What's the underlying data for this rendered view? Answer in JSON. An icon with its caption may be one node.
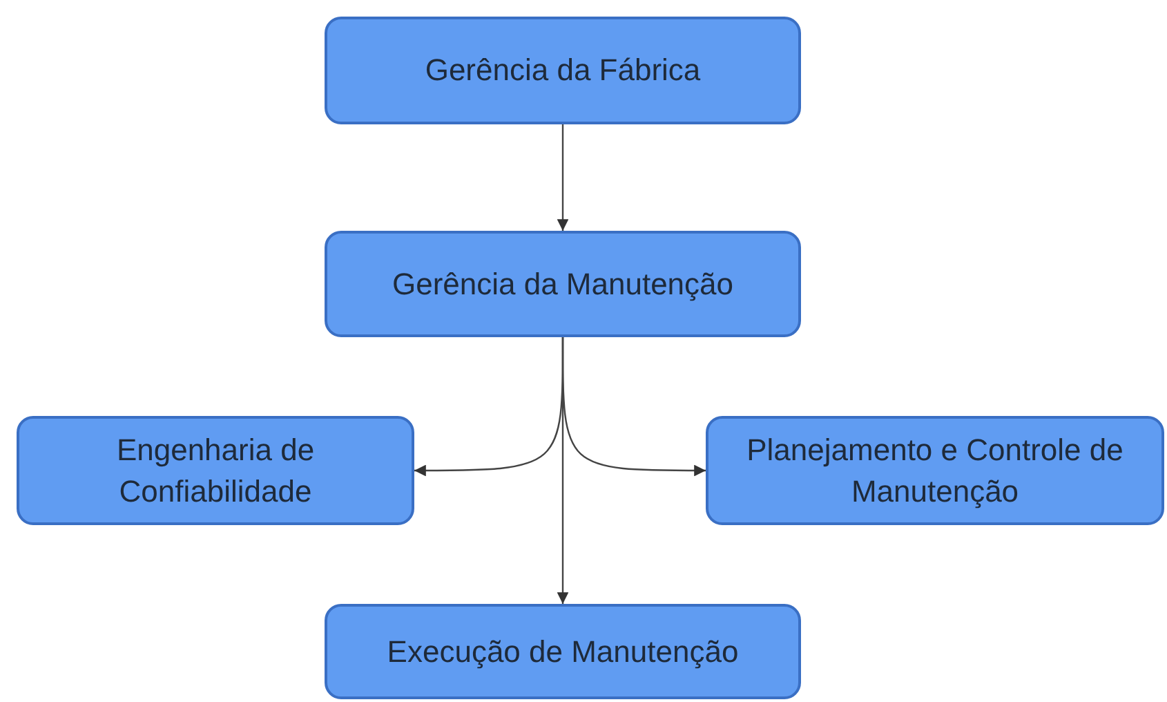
{
  "diagram": {
    "nodes": [
      {
        "text": [
          "Gerência da Fábrica"
        ]
      },
      {
        "text": [
          "Gerência da Manutenção"
        ]
      },
      {
        "text": [
          "Engenharia de Confiabilidade"
        ]
      },
      {
        "text": [
          "Planejamento e Controle de Manutenção"
        ]
      },
      {
        "text": [
          "Execução de Manutenção"
        ]
      }
    ],
    "edges": [
      {
        "from": 0,
        "to": 1,
        "arrow": "to"
      },
      {
        "from": 1,
        "to": 2,
        "arrow": "to"
      },
      {
        "from": 1,
        "to": 3,
        "arrow": "to"
      },
      {
        "from": 1,
        "to": 4,
        "arrow": "to"
      }
    ]
  }
}
